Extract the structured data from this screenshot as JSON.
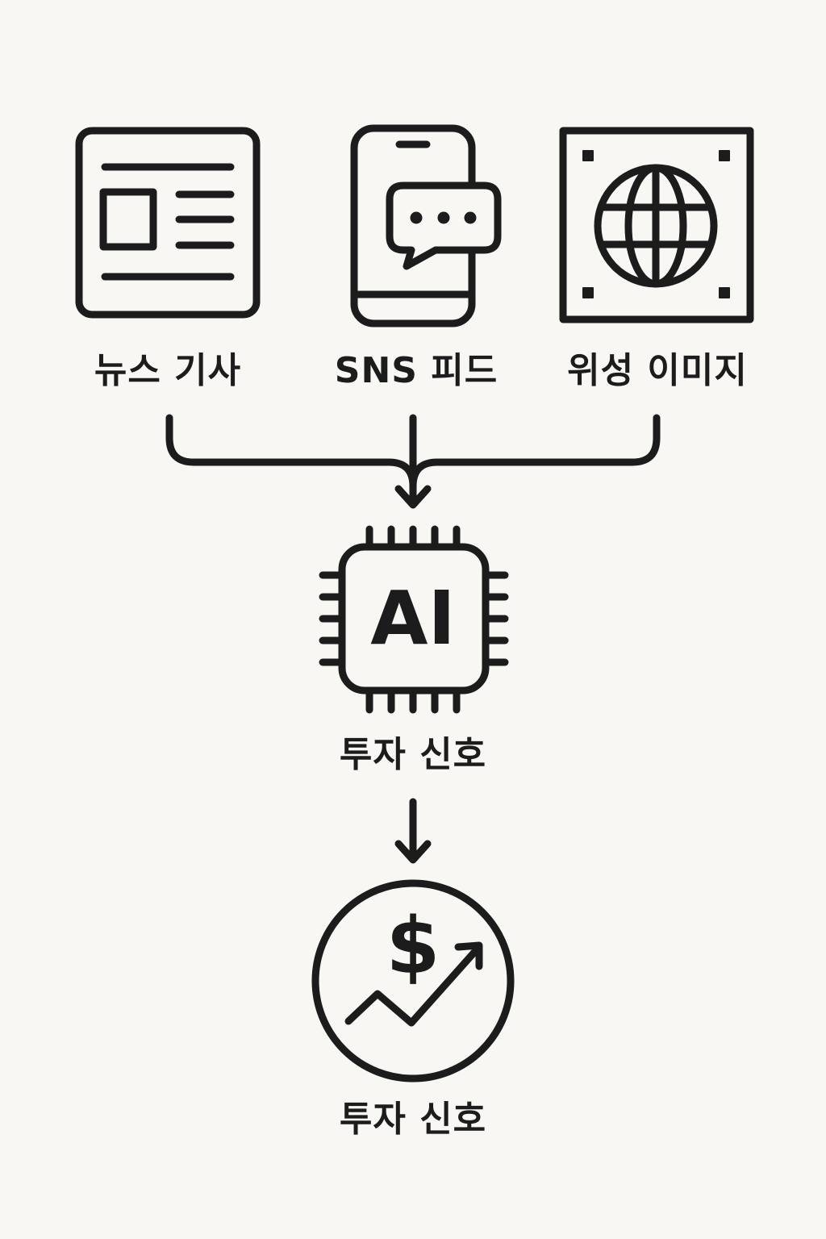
{
  "sources": {
    "news": {
      "label": "뉴스 기사",
      "icon": "newspaper-icon"
    },
    "sns": {
      "label": "SNS 피드",
      "icon": "smartphone-chat-icon"
    },
    "satellite": {
      "label": "위성 이미지",
      "icon": "satellite-globe-icon"
    }
  },
  "processor": {
    "chip_text": "AI",
    "icon": "ai-chip-icon",
    "output_label": "투자 신호"
  },
  "result": {
    "symbol": "$",
    "icon": "dollar-growth-icon",
    "label": "투자 신호"
  },
  "colors": {
    "background": "#f8f7f3",
    "stroke": "#1c1c1c"
  }
}
